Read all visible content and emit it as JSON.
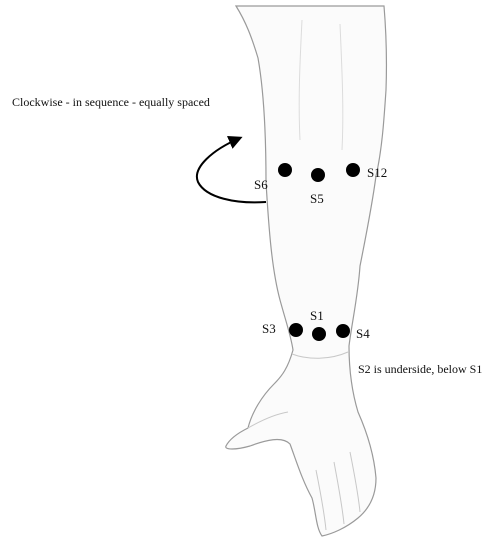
{
  "annotations": {
    "rotation_note": "Clockwise - in sequence - equally spaced",
    "underside_note": "S2 is underside, below S1"
  },
  "sensors": {
    "s6": "S6",
    "s5": "S5",
    "s12": "S12",
    "s1": "S1",
    "s3": "S3",
    "s4": "S4"
  },
  "colors": {
    "marker": "#000000",
    "outline": "#9a9a9a",
    "skin": "#fbfbfb"
  },
  "icons": {
    "rotation": "curved-arrow-icon"
  }
}
